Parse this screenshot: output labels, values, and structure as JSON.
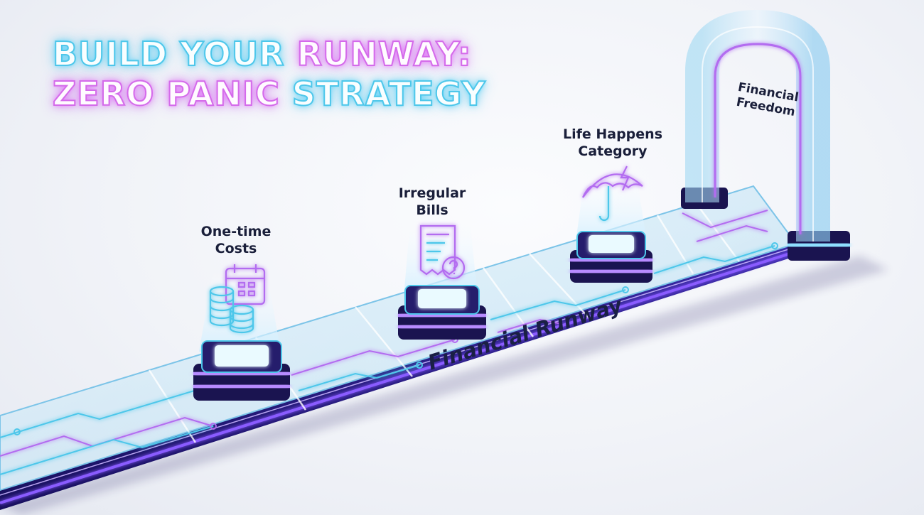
{
  "title": {
    "line1": [
      {
        "text": "BUILD YOUR ",
        "color": "cyan"
      },
      {
        "text": "RUNWAY:",
        "color": "pink"
      }
    ],
    "line2": [
      {
        "text": "ZERO PANIC ",
        "color": "pink"
      },
      {
        "text": "STRATEGY",
        "color": "cyan"
      }
    ]
  },
  "stages": [
    {
      "id": "one-time-costs",
      "label": "One-time\nCosts",
      "icon": "coins-calendar-icon"
    },
    {
      "id": "irregular-bills",
      "label": "Irregular\nBills",
      "icon": "bill-question-icon"
    },
    {
      "id": "life-happens",
      "label": "Life Happens\nCategory",
      "icon": "umbrella-lightning-icon"
    }
  ],
  "destination": {
    "label": "Financial\nFreedom",
    "icon": "arch-gate"
  },
  "runway_label": "Financial Runway",
  "colors": {
    "cyan": "#4ec7ea",
    "pink": "#d46bea",
    "purple": "#6a3df0",
    "navy": "#1a1f3a"
  }
}
